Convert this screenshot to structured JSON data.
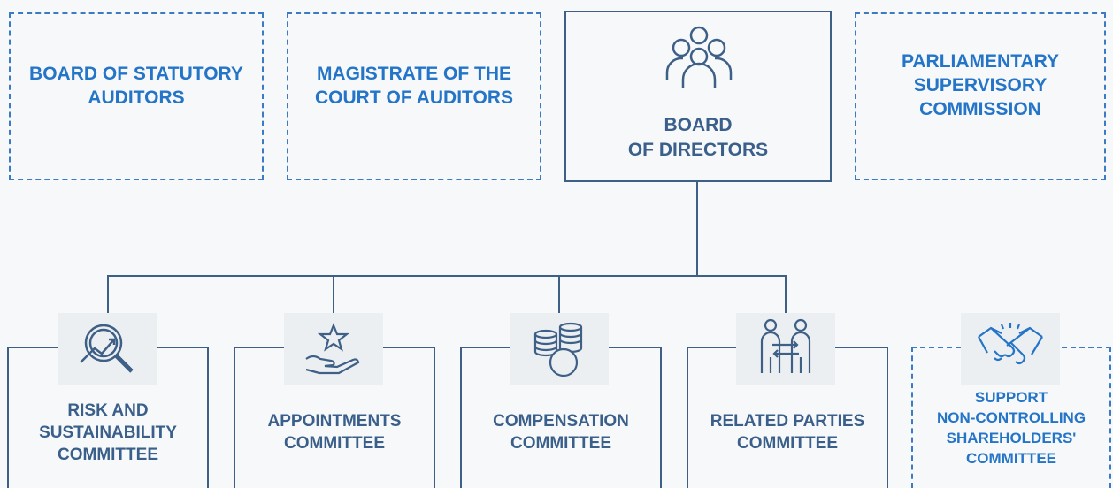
{
  "top": {
    "statutory_auditors": "BOARD OF STATUTORY\nAUDITORS",
    "court_auditors": "MAGISTRATE OF THE\nCOURT OF AUDITORS",
    "board_directors": "BOARD\nOF DIRECTORS",
    "parliamentary": "PARLIAMENTARY\nSUPERVISORY\nCOMMISSION"
  },
  "committees": [
    {
      "label": "RISK AND\nSUSTAINABILITY\nCOMMITTEE",
      "icon": "magnifier-chart-icon"
    },
    {
      "label": "APPOINTMENTS\nCOMMITTEE",
      "icon": "hand-star-icon"
    },
    {
      "label": "COMPENSATION\nCOMMITTEE",
      "icon": "coins-icon"
    },
    {
      "label": "RELATED PARTIES\nCOMMITTEE",
      "icon": "exchange-people-icon"
    },
    {
      "label": "SUPPORT\nNON-CONTROLLING\nSHAREHOLDERS'\nCOMMITTEE",
      "icon": "handshake-icon"
    }
  ],
  "colors": {
    "accent_blue": "#2474c8",
    "navy": "#3e5f86",
    "background": "#f6f8f9"
  }
}
